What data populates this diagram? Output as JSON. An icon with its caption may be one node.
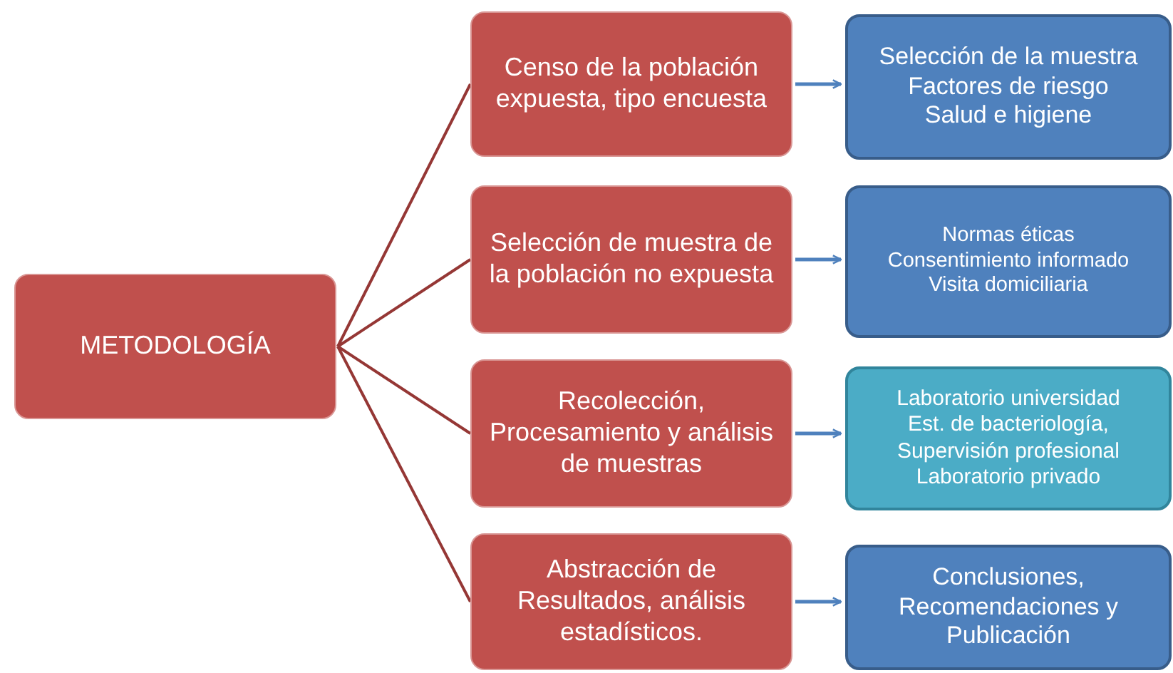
{
  "diagram": {
    "nodes": [
      {
        "text": [
          "METODOLOGÍA"
        ]
      },
      {
        "text": [
          "Censo de la población expuesta, tipo encuesta"
        ]
      },
      {
        "text": [
          "Selección de la muestra",
          "Factores de riesgo",
          "Salud e higiene"
        ]
      },
      {
        "text": [
          "Selección de  muestra de la población no expuesta"
        ]
      },
      {
        "text": [
          "Normas éticas",
          "Consentimiento informado",
          "Visita domiciliaria"
        ]
      },
      {
        "text": [
          "Recolección, Procesamiento y análisis de muestras"
        ]
      },
      {
        "text": [
          "Laboratorio universidad",
          "Est. de bacteriología,",
          "Supervisión profesional",
          "Laboratorio privado"
        ]
      },
      {
        "text": [
          "Abstracción de Resultados, análisis estadísticos."
        ]
      },
      {
        "text": [
          "Conclusiones, Recomendaciones y Publicación"
        ]
      }
    ],
    "edges": [
      {
        "from": 0,
        "to": 1,
        "arrow": "none",
        "color": "#953735"
      },
      {
        "from": 0,
        "to": 3,
        "arrow": "none",
        "color": "#953735"
      },
      {
        "from": 0,
        "to": 5,
        "arrow": "none",
        "color": "#953735"
      },
      {
        "from": 0,
        "to": 7,
        "arrow": "none",
        "color": "#953735"
      },
      {
        "from": 1,
        "to": 2,
        "arrow": "to",
        "color": "#4f81bd"
      },
      {
        "from": 3,
        "to": 4,
        "arrow": "to",
        "color": "#4f81bd"
      },
      {
        "from": 5,
        "to": 6,
        "arrow": "to",
        "color": "#4f81bd"
      },
      {
        "from": 7,
        "to": 8,
        "arrow": "to",
        "color": "#4f81bd"
      }
    ]
  }
}
